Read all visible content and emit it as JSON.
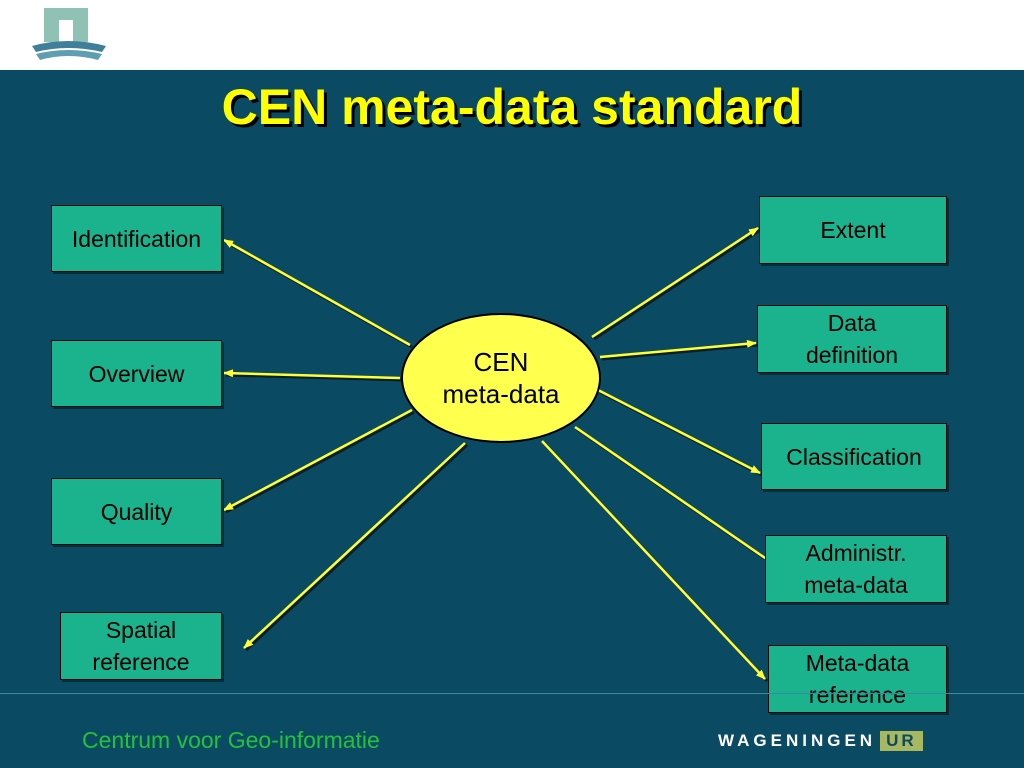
{
  "title": "CEN meta-data standard",
  "center": {
    "label": "CEN\nmeta-data"
  },
  "left_nodes": [
    {
      "label": "Identification"
    },
    {
      "label": "Overview"
    },
    {
      "label": "Quality"
    },
    {
      "label": "Spatial\nreference"
    }
  ],
  "right_nodes": [
    {
      "label": "Extent"
    },
    {
      "label": "Data\ndefinition"
    },
    {
      "label": "Classification"
    },
    {
      "label": "Administr.\nmeta-data"
    },
    {
      "label": "Meta-data\nreference"
    }
  ],
  "footer": {
    "institute": "Centrum voor Geo-informatie",
    "brand_main": "WAGENINGEN",
    "brand_suffix": "UR"
  },
  "colors": {
    "background": "#0b4a63",
    "title": "#ffff00",
    "box": "#1bb38e",
    "center": "#ffff4d",
    "arrow": "#ffff33",
    "footer_text": "#22c23a"
  },
  "icons": {
    "logo": "wageningen-shield-logo"
  }
}
